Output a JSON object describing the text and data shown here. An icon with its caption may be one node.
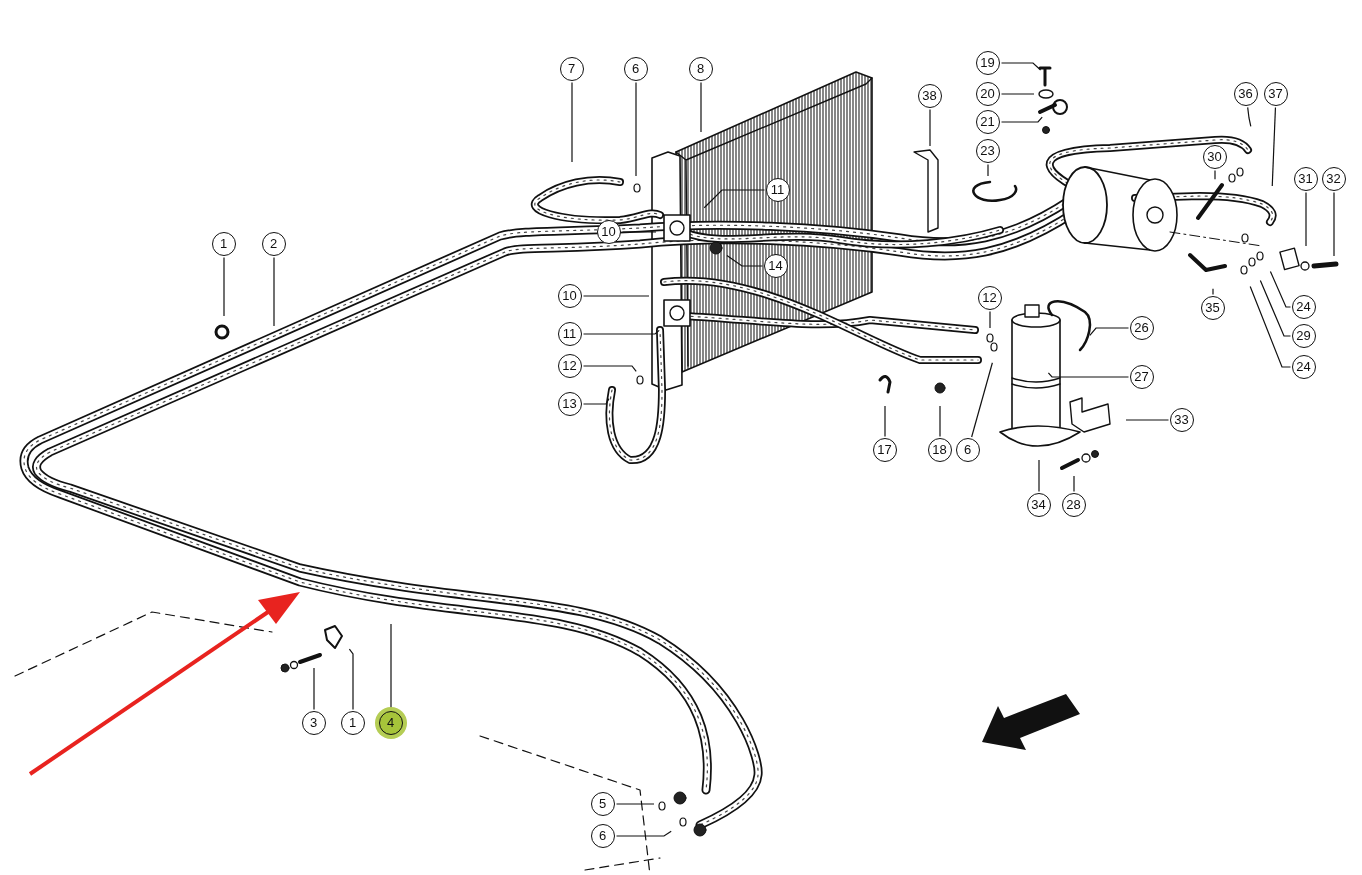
{
  "diagram": {
    "nodes": [
      {
        "text": [
          "7"
        ]
      },
      {
        "text": [
          "6"
        ]
      },
      {
        "text": [
          "8"
        ]
      },
      {
        "text": [
          "19"
        ]
      },
      {
        "text": [
          "20"
        ]
      },
      {
        "text": [
          "21"
        ]
      },
      {
        "text": [
          "38"
        ]
      },
      {
        "text": [
          "36"
        ]
      },
      {
        "text": [
          "37"
        ]
      },
      {
        "text": [
          "23"
        ]
      },
      {
        "text": [
          "11"
        ]
      },
      {
        "text": [
          "30"
        ]
      },
      {
        "text": [
          "31"
        ]
      },
      {
        "text": [
          "32"
        ]
      },
      {
        "text": [
          "1"
        ]
      },
      {
        "text": [
          "2"
        ]
      },
      {
        "text": [
          "10"
        ]
      },
      {
        "text": [
          "14"
        ]
      },
      {
        "text": [
          "10"
        ]
      },
      {
        "text": [
          "11"
        ]
      },
      {
        "text": [
          "35"
        ]
      },
      {
        "text": [
          "24"
        ]
      },
      {
        "text": [
          "12"
        ]
      },
      {
        "text": [
          "26"
        ]
      },
      {
        "text": [
          "29"
        ]
      },
      {
        "text": [
          "12"
        ]
      },
      {
        "text": [
          "24"
        ]
      },
      {
        "text": [
          "27"
        ]
      },
      {
        "text": [
          "13"
        ]
      },
      {
        "text": [
          "33"
        ]
      },
      {
        "text": [
          "17"
        ]
      },
      {
        "text": [
          "18"
        ]
      },
      {
        "text": [
          "6"
        ]
      },
      {
        "text": [
          "34"
        ]
      },
      {
        "text": [
          "28"
        ]
      },
      {
        "text": [
          "3"
        ]
      },
      {
        "text": [
          "1"
        ]
      },
      {
        "text": [
          "4"
        ]
      },
      {
        "text": [
          "5"
        ]
      },
      {
        "text": [
          "6"
        ]
      }
    ],
    "edges": [
      {
        "from": 0,
        "to": null,
        "arrow": "none"
      },
      {
        "from": 1,
        "to": null,
        "arrow": "none"
      },
      {
        "from": 2,
        "to": null,
        "arrow": "none"
      },
      {
        "from": 3,
        "to": null,
        "arrow": "none"
      },
      {
        "from": 4,
        "to": null,
        "arrow": "none"
      },
      {
        "from": 5,
        "to": null,
        "arrow": "none"
      },
      {
        "from": 6,
        "to": null,
        "arrow": "none"
      },
      {
        "from": 7,
        "to": null,
        "arrow": "none"
      },
      {
        "from": 8,
        "to": null,
        "arrow": "none"
      },
      {
        "from": 9,
        "to": null,
        "arrow": "none"
      },
      {
        "from": 10,
        "to": null,
        "arrow": "none"
      },
      {
        "from": 11,
        "to": null,
        "arrow": "none"
      },
      {
        "from": 12,
        "to": null,
        "arrow": "none"
      },
      {
        "from": 13,
        "to": null,
        "arrow": "none"
      },
      {
        "from": 14,
        "to": null,
        "arrow": "none"
      },
      {
        "from": 15,
        "to": null,
        "arrow": "none"
      },
      {
        "from": 16,
        "to": null,
        "arrow": "none"
      },
      {
        "from": 17,
        "to": null,
        "arrow": "none"
      },
      {
        "from": 18,
        "to": null,
        "arrow": "none"
      },
      {
        "from": 19,
        "to": null,
        "arrow": "none"
      },
      {
        "from": 20,
        "to": null,
        "arrow": "none"
      },
      {
        "from": 21,
        "to": null,
        "arrow": "none"
      },
      {
        "from": 22,
        "to": null,
        "arrow": "none"
      },
      {
        "from": 23,
        "to": null,
        "arrow": "none"
      },
      {
        "from": 24,
        "to": null,
        "arrow": "none"
      },
      {
        "from": 25,
        "to": null,
        "arrow": "none"
      },
      {
        "from": 26,
        "to": null,
        "arrow": "none"
      },
      {
        "from": 27,
        "to": null,
        "arrow": "none"
      },
      {
        "from": 28,
        "to": null,
        "arrow": "none"
      },
      {
        "from": 29,
        "to": null,
        "arrow": "none"
      },
      {
        "from": 30,
        "to": null,
        "arrow": "none"
      },
      {
        "from": 31,
        "to": null,
        "arrow": "none"
      },
      {
        "from": 32,
        "to": null,
        "arrow": "none"
      },
      {
        "from": 33,
        "to": null,
        "arrow": "none"
      },
      {
        "from": 34,
        "to": null,
        "arrow": "none"
      },
      {
        "from": 35,
        "to": null,
        "arrow": "none"
      },
      {
        "from": 36,
        "to": null,
        "arrow": "none"
      },
      {
        "from": 37,
        "to": null,
        "arrow": "none"
      },
      {
        "from": 38,
        "to": null,
        "arrow": "none"
      },
      {
        "from": 39,
        "to": null,
        "arrow": "none"
      }
    ]
  }
}
